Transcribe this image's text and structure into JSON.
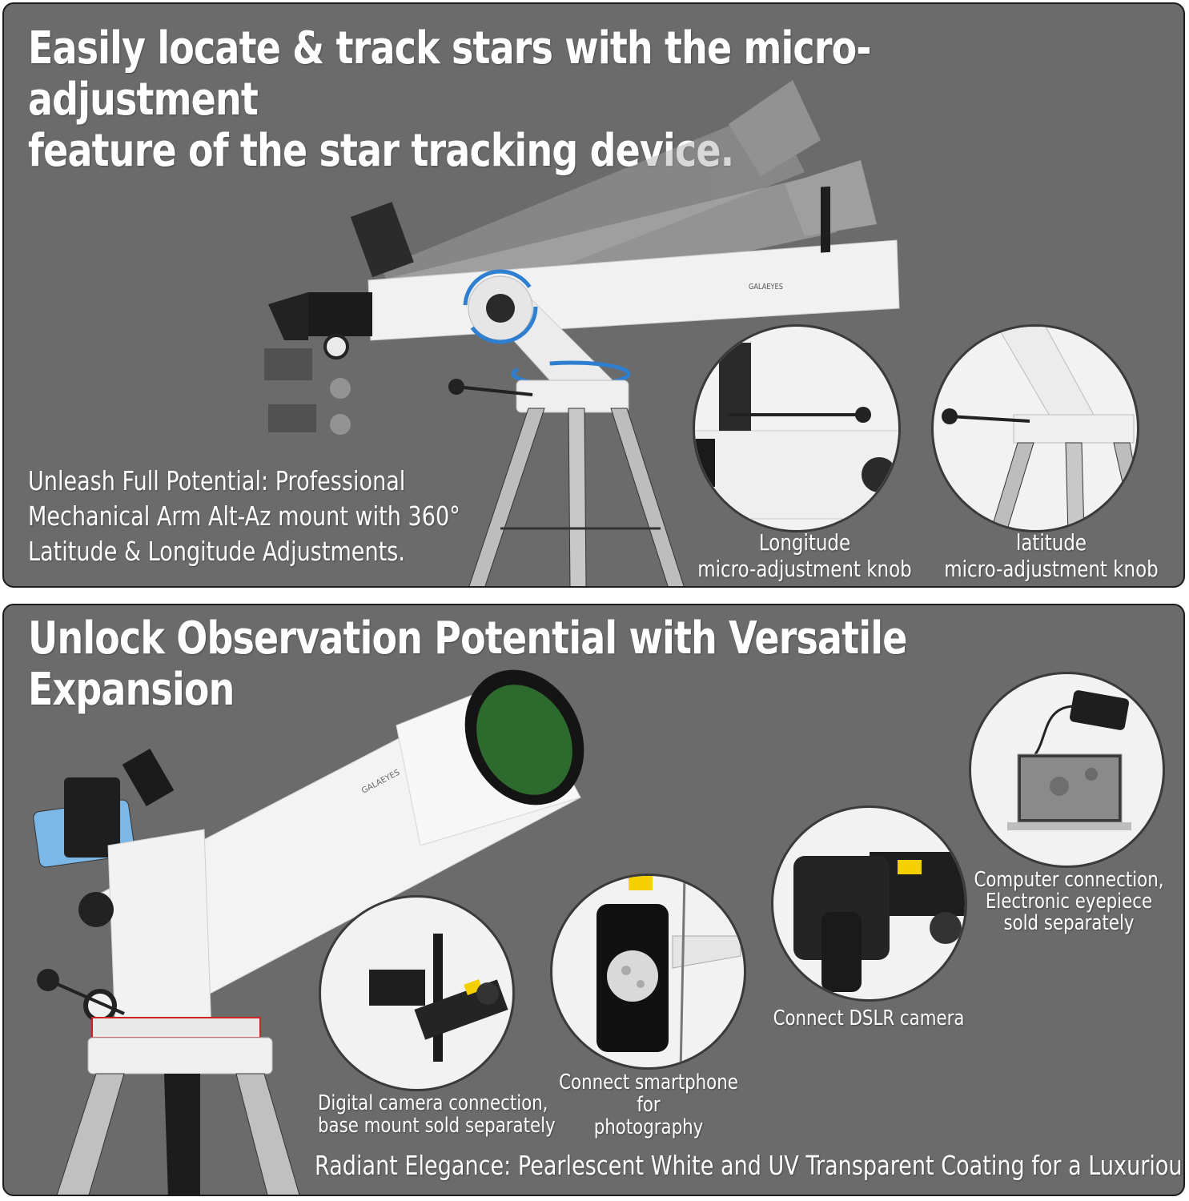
{
  "top_panel": {
    "heading_line1": "Easily locate & track stars with the micro-adjustment",
    "heading_line2": "feature of the star tracking device.",
    "mount_desc_line1": "Unleash Full Potential: Professional",
    "mount_desc_line2": "Mechanical Arm Alt-Az mount with 360°",
    "mount_desc_line3": "Latitude & Longitude Adjustments.",
    "brand": "GALAEYES",
    "longitude_label_line1": "Longitude",
    "longitude_label_line2": "micro-adjustment knob",
    "latitude_label_line1": "latitude",
    "latitude_label_line2": "micro-adjustment knob"
  },
  "bottom_panel": {
    "heading": "Unlock Observation Potential with Versatile Expansion",
    "brand": "GALAEYES",
    "computer_label_line1": "Computer connection,",
    "computer_label_line2": "Electronic eyepiece",
    "computer_label_line3": "sold separately",
    "dslr_label": "Connect DSLR camera",
    "smartphone_label_line1": "Connect smartphone for",
    "smartphone_label_line2": "photography",
    "digital_label_line1": "Digital camera connection,",
    "digital_label_line2": "base mount sold separately",
    "coating_text": "Radiant Elegance: Pearlescent White and UV Transparent Coating for a Luxurious Shine."
  },
  "colors": {
    "panel_bg": "#6b6b6b",
    "tube_white": "#f1f1f1",
    "arrow_blue": "#2f7fd0",
    "lens_green": "#2d6a2d",
    "phone_blue": "#7bb8e8"
  }
}
